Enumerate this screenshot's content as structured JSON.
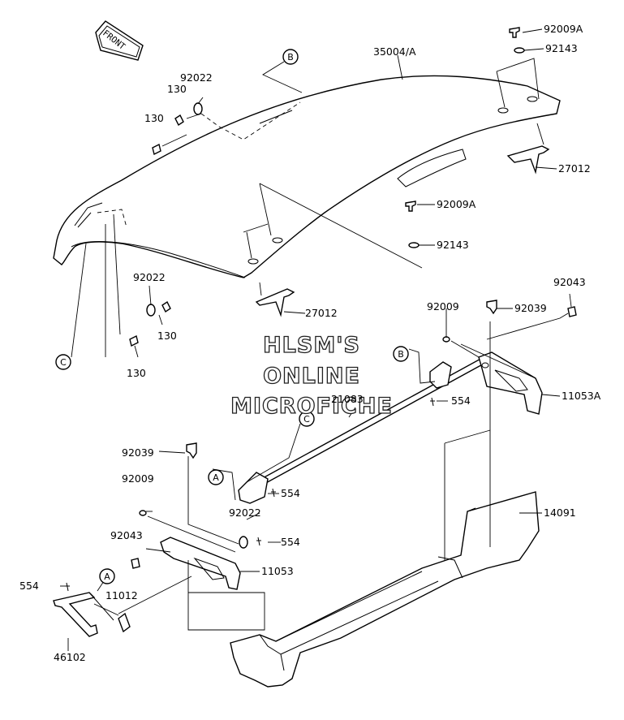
{
  "front_arrow": "FRONT",
  "watermark": [
    "HLSM'S",
    "ONLINE",
    "MICROFICHE"
  ],
  "callouts": [
    "A",
    "B",
    "C"
  ],
  "part_numbers": [
    "35004/A",
    "92009A",
    "92143",
    "27012",
    "92022",
    "130",
    "130",
    "92009A",
    "92143",
    "27012",
    "92022",
    "130",
    "130",
    "92043",
    "92009",
    "92039",
    "11053A",
    "21083",
    "554",
    "92039",
    "92009",
    "554",
    "92022",
    "554",
    "92043",
    "11053",
    "14091",
    "554",
    "11012",
    "46102"
  ]
}
